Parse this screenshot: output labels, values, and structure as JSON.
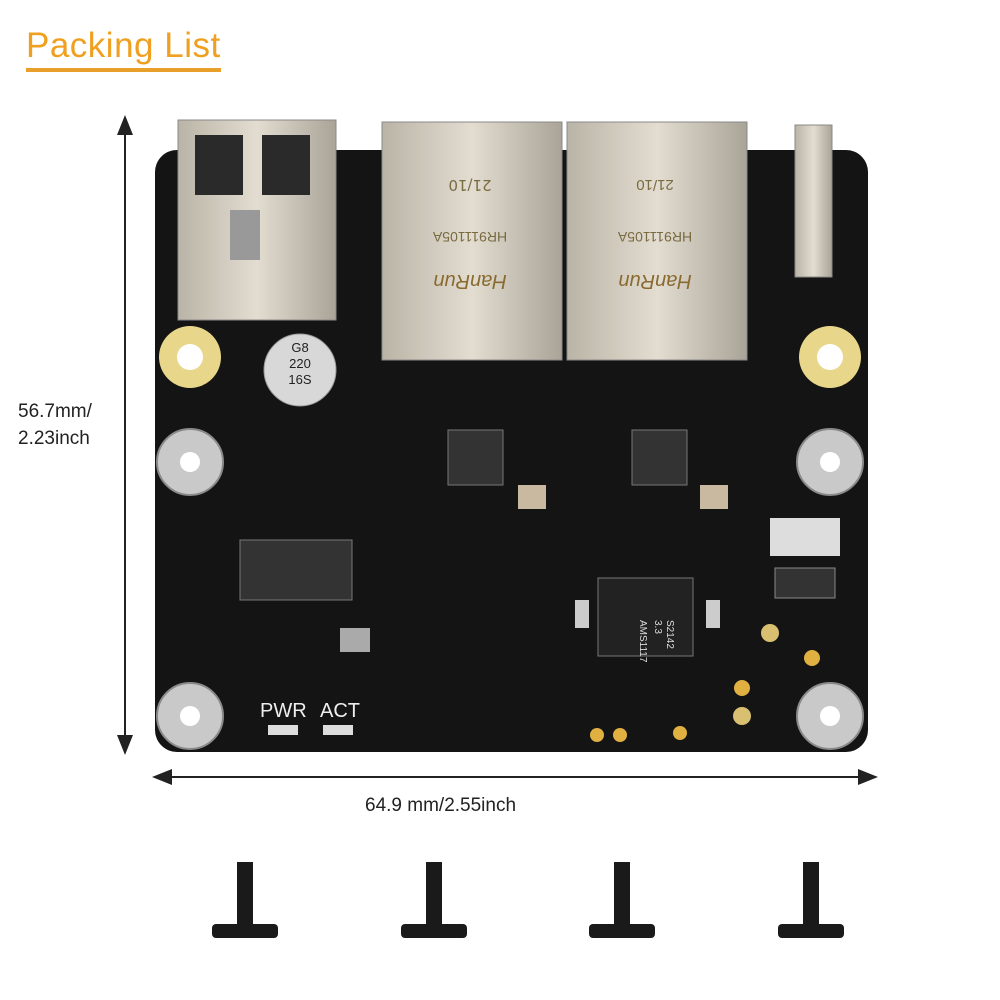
{
  "title": "Packing List",
  "dimensions": {
    "height_line1": "56.7mm/",
    "height_line2": "2.23inch",
    "width": "64.9 mm/2.55inch"
  },
  "board": {
    "led_pwr": "PWR",
    "led_act": "ACT",
    "rj45_brand": "HanRun",
    "rj45_model_left": "HR911105A",
    "rj45_model_right": "HR911105A",
    "rj45_date": "21/10",
    "capacitor_line1": "G8",
    "capacitor_line2": "220",
    "capacitor_line3": "16S",
    "regulator": "AMS1117",
    "regulator_sub": "3.3",
    "regulator_code": "S2142"
  },
  "colors": {
    "accent": "#f0a020",
    "board": "#141414",
    "pad": "#e8d78a"
  },
  "screws_count": 4
}
